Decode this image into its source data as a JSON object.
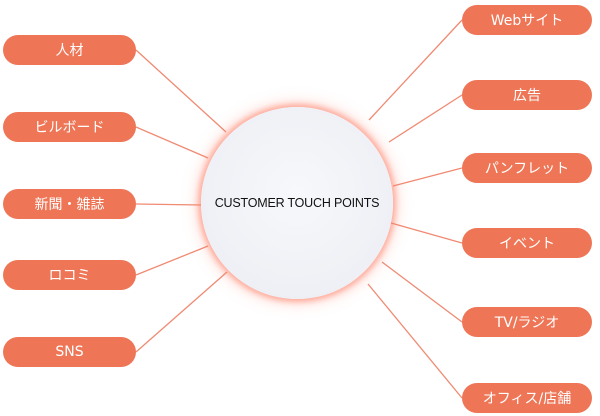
{
  "center": {
    "label": "CUSTOMER TOUCH POINTS"
  },
  "colors": {
    "pill": "#ee7657",
    "connector": "#f08a72",
    "hub": "#eef0f5"
  },
  "left_nodes": [
    "人材",
    "ビルボード",
    "新聞・雑誌",
    "ロコミ",
    "SNS"
  ],
  "right_nodes": [
    "Webサイト",
    "広告",
    "パンフレット",
    "イベント",
    "TV/ラジオ",
    "オフィス/店舗"
  ]
}
